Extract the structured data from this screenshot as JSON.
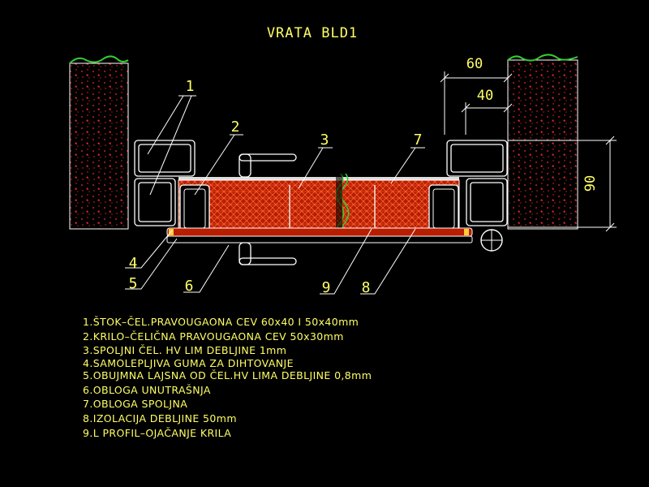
{
  "drawing": {
    "title": "VRATA BLD1",
    "callouts": [
      "1",
      "2",
      "3",
      "7",
      "4",
      "5",
      "6",
      "9",
      "8"
    ],
    "dimensions": {
      "d60": "60",
      "d40": "40",
      "d90": "90"
    },
    "legend": [
      "1.ŠTOK–ČEL.PRAVOUGAONA CEV 60x40 I 50x40mm",
      "2.KRILO–ČELIČNA PRAVOUGAONA CEV 50x30mm",
      "3.SPOLJNI ČEL. HV LIM DEBLJINE 1mm",
      "4.SAMOLEPLJIVA GUMA ZA DIHTOVANJE",
      "5.OBUJMNA LAJSNA OD ČEL.HV LIMA DEBLJINE 0,8mm",
      "6.OBLOGA UNUTRAŠNJA",
      "7.OBLOGA SPOLJNA",
      "8.IZOLACIJA DEBLJINE 50mm",
      "9.L PROFIL–OJAČANJE KRILA"
    ]
  },
  "colors": {
    "background": "#000000",
    "text": "#ffff66",
    "lines": "#ffffff",
    "wall_hatch": "#ff2a2a",
    "grass": "#33cc33",
    "insulation": "#cc2200"
  }
}
